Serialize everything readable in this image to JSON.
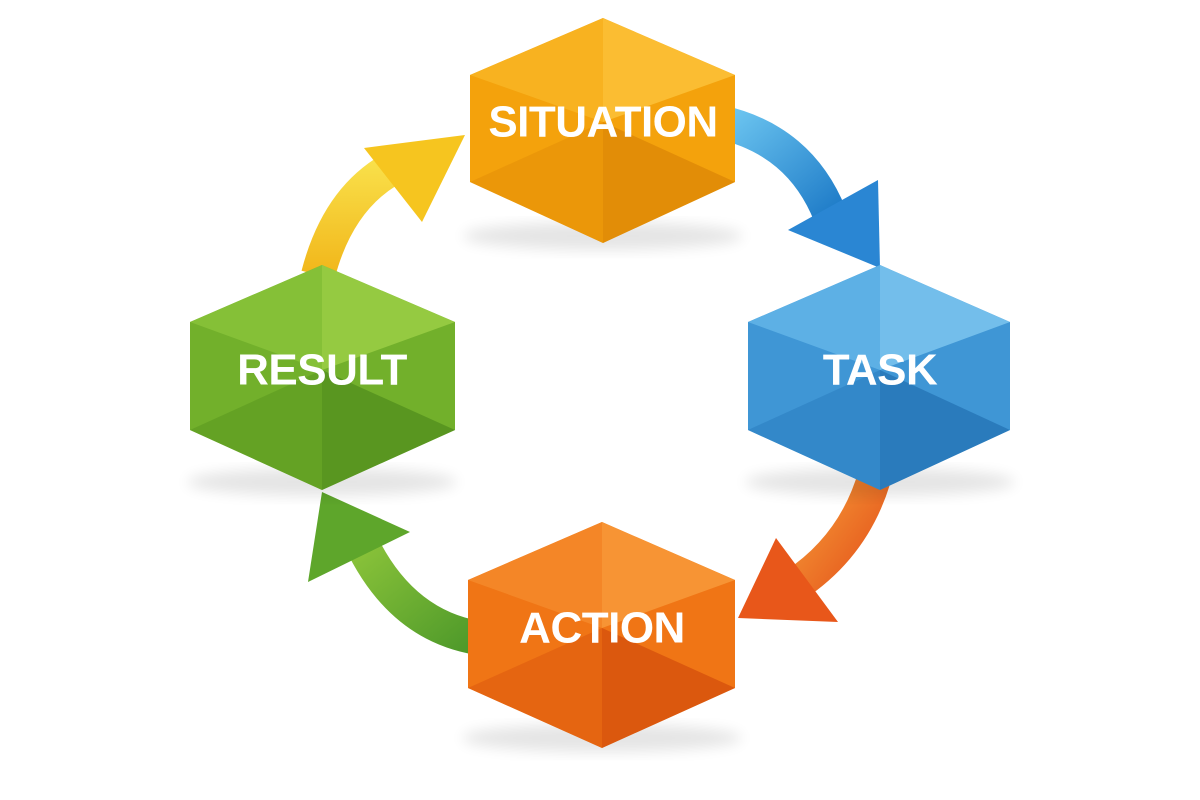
{
  "diagram": {
    "nodes": [
      {
        "id": "situation",
        "label": "SITUATION",
        "color": "#f5a50d"
      },
      {
        "id": "task",
        "label": "TASK",
        "color": "#3d95d6"
      },
      {
        "id": "action",
        "label": "ACTION",
        "color": "#f07316"
      },
      {
        "id": "result",
        "label": "RESULT",
        "color": "#73b12b"
      }
    ],
    "arrows": [
      {
        "from": "situation",
        "to": "task",
        "color": "#2e8fd8"
      },
      {
        "from": "task",
        "to": "action",
        "color": "#ee6a1b"
      },
      {
        "from": "action",
        "to": "result",
        "color": "#5fa52b"
      },
      {
        "from": "result",
        "to": "situation",
        "color": "#f4c41d"
      }
    ]
  }
}
